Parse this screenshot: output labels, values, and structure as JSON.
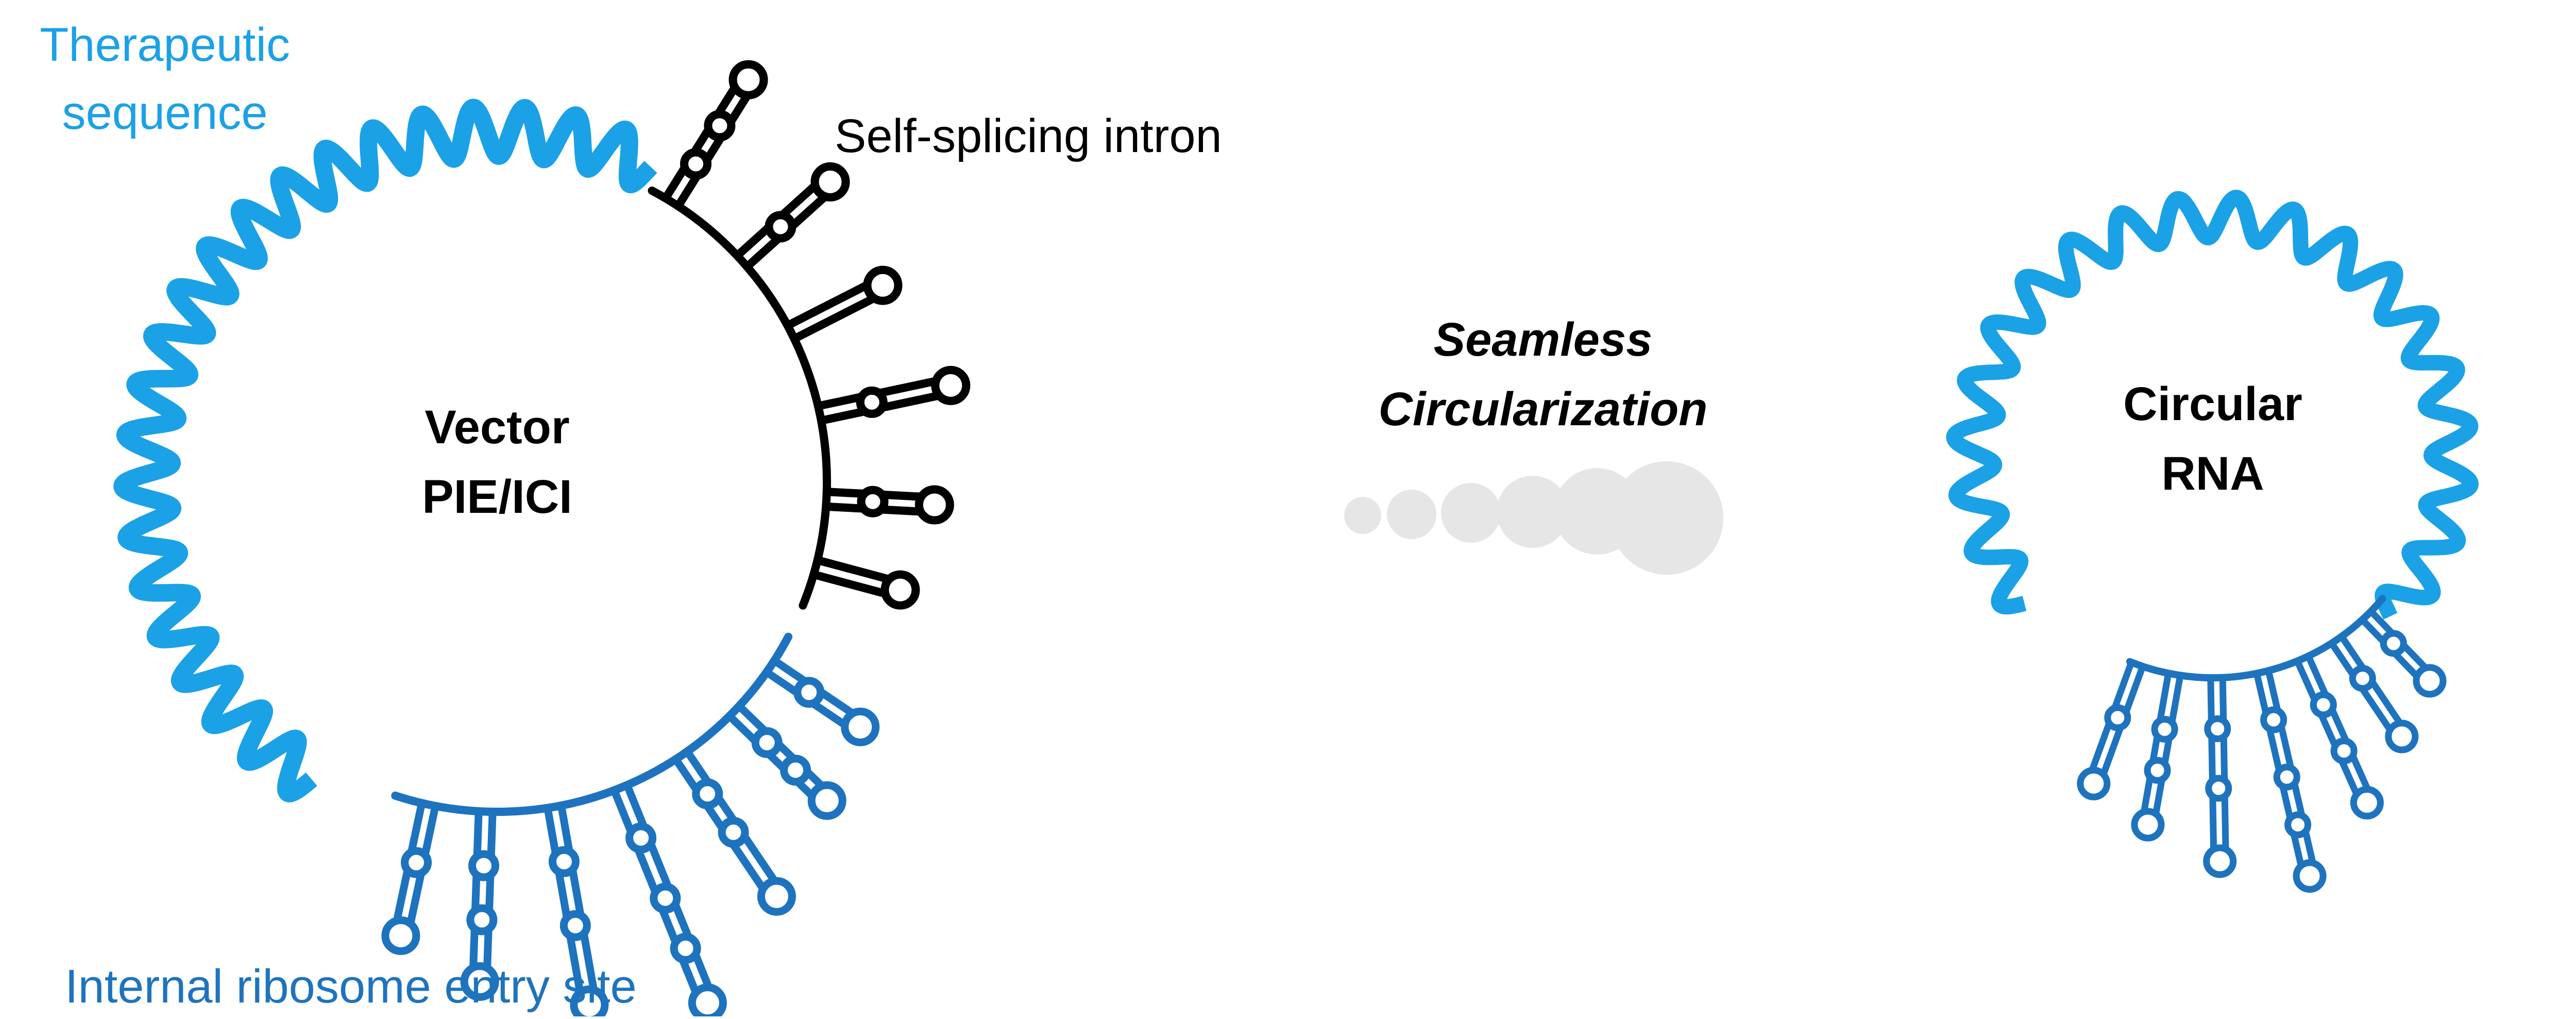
{
  "colors": {
    "therapeutic": "#1BA1E6",
    "ires": "#1E73BE",
    "intron": "#000000",
    "arrow": "#E6E6E6",
    "text": "#000000"
  },
  "labels": {
    "therapeutic_line1": "Therapeutic",
    "therapeutic_line2": "sequence",
    "intron": "Self-splicing intron",
    "ires": "Internal ribosome entry site",
    "vector_line1": "Vector",
    "vector_line2": "PIE/ICI",
    "process_line1": "Seamless",
    "process_line2": "Circularization",
    "product_line1": "Circular",
    "product_line2": "RNA"
  }
}
